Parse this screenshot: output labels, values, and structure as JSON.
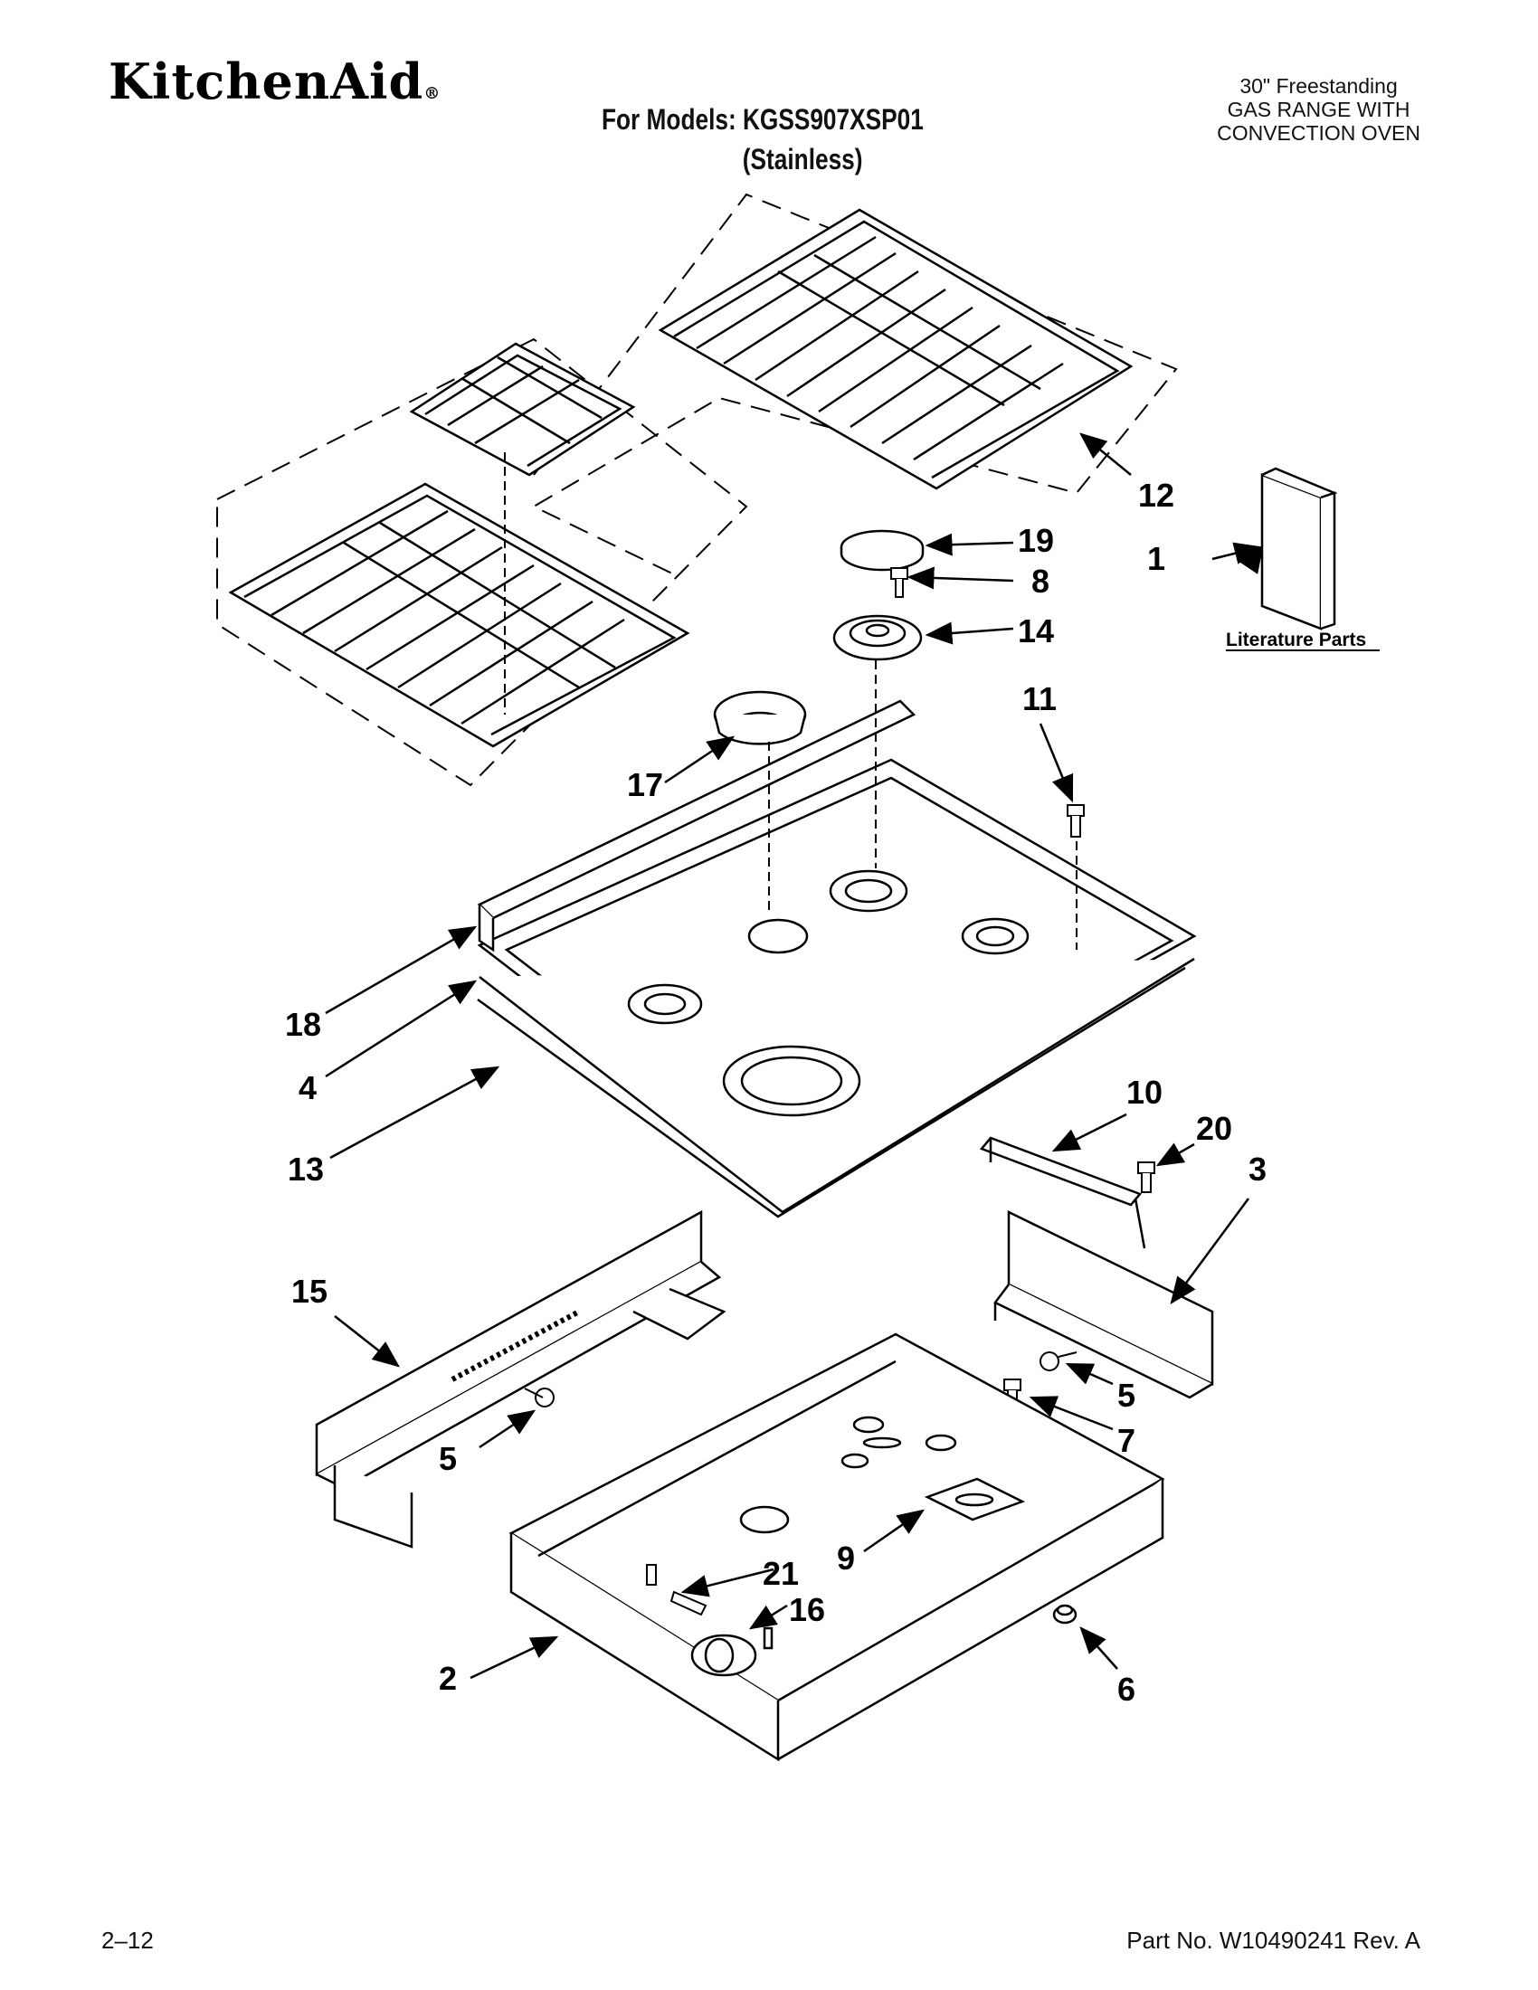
{
  "header": {
    "brand": "KitchenAid",
    "models_line": "For Models: KGSS907XSP01",
    "finish": "(Stainless)",
    "description": [
      "30\" Freestanding",
      "GAS RANGE WITH",
      "CONVECTION OVEN"
    ]
  },
  "callouts": {
    "c1": "1",
    "c2": "2",
    "c3": "3",
    "c4": "4",
    "c5a": "5",
    "c5b": "5",
    "c6": "6",
    "c7": "7",
    "c8": "8",
    "c9": "9",
    "c10": "10",
    "c11": "11",
    "c12": "12",
    "c13": "13",
    "c14": "14",
    "c15": "15",
    "c16": "16",
    "c17": "17",
    "c18": "18",
    "c19": "19",
    "c20": "20",
    "c21": "21"
  },
  "literature_label": "Literature Parts",
  "footer": {
    "page": "2–12",
    "part_no": "Part No. W10490241 Rev. A"
  }
}
